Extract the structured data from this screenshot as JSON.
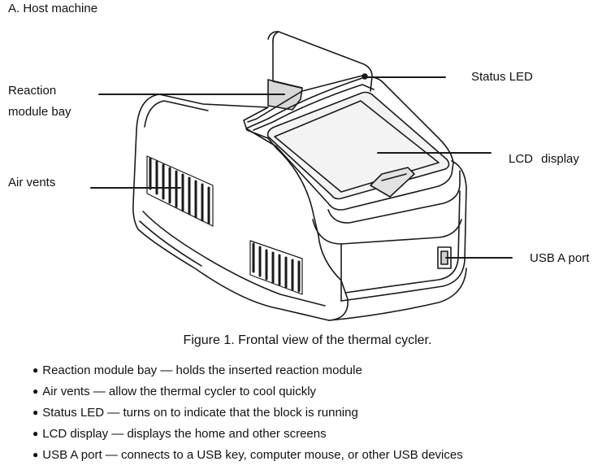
{
  "figure": {
    "heading": "A. Host machine",
    "labels": {
      "reaction_bay": "Reaction module bay",
      "air_vents": "Air vents",
      "status_led": "Status LED",
      "lcd_display": "LCD display",
      "usb_port": "USB A port"
    },
    "caption": "Figure 1. Frontal view of the thermal cycler."
  },
  "features": [
    {
      "bullet": "●",
      "text": "Reaction module bay — holds the inserted reaction module"
    },
    {
      "bullet": "●",
      "text": "Air vents — allow the thermal cycler to cool quickly"
    },
    {
      "bullet": "●",
      "text": "Status LED — turns on to indicate that the block is running"
    },
    {
      "bullet": "●",
      "text": "LCD display — displays the home and other screens"
    },
    {
      "bullet": "●",
      "text": "USB A port — connects to a USB key, computer mouse, or other USB devices"
    }
  ]
}
